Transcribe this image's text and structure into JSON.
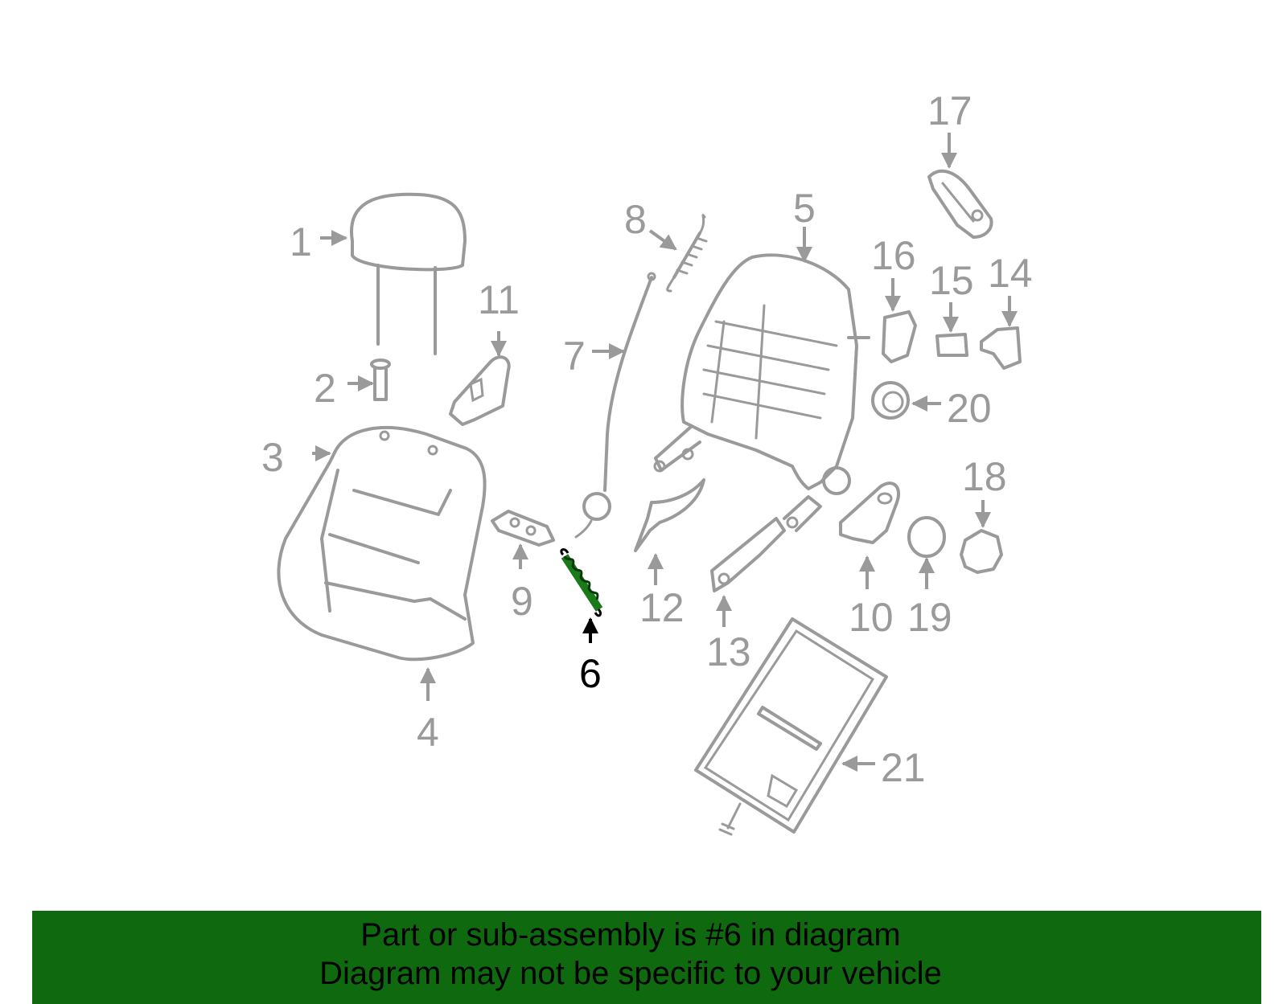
{
  "diagram": {
    "callouts": [
      "1",
      "2",
      "3",
      "4",
      "5",
      "6",
      "7",
      "8",
      "9",
      "10",
      "11",
      "12",
      "13",
      "14",
      "15",
      "16",
      "17",
      "18",
      "19",
      "20",
      "21"
    ],
    "highlighted_part": "6",
    "colors": {
      "part_stroke": "#9a9a9a",
      "highlight_part": "#1a7a1a",
      "highlight_label": "#000000",
      "banner": "#0f6a0f"
    }
  },
  "banner": {
    "line1": "Part or sub-assembly is #6 in diagram",
    "line2": "Diagram may not be specific to your vehicle"
  }
}
